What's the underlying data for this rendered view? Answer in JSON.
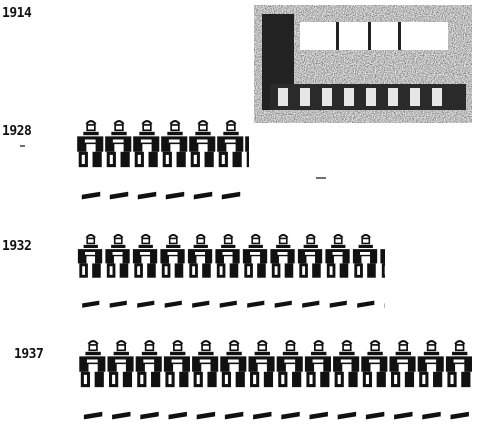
{
  "chart_data": {
    "type": "bar",
    "title": "",
    "xlabel": "",
    "ylabel": "",
    "categories": [
      "1914",
      "1928",
      "1932",
      "1937"
    ],
    "values": [
      1,
      6.5,
      11.5,
      14
    ],
    "ylim": [
      0,
      14
    ],
    "grid": false,
    "legend": "none",
    "unit_symbol": "person-figure",
    "ink_color": "#111111",
    "background_color": "#ffffff"
  }
}
